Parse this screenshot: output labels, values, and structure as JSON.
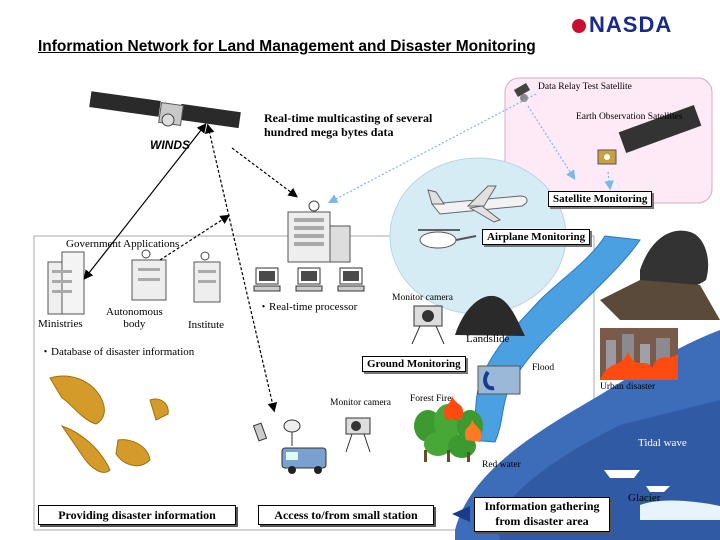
{
  "title": "Information Network for Land Management and Disaster Monitoring",
  "logo": "NASDA",
  "labels": {
    "drts": "Data Relay Test Satellite",
    "eos": "Earth Observation Satellites",
    "winds": "WINDS",
    "multicast_line1": "Real-time multicasting of several",
    "multicast_line2": "hundred mega bytes data",
    "satellite_monitoring": "Satellite Monitoring",
    "airplane_monitoring": "Airplane Monitoring",
    "gov_apps": "Government Applications",
    "ministries": "Ministries",
    "autonomous_line1": "Autonomous",
    "autonomous_line2": "body",
    "institute": "Institute",
    "realtime_processor": "・Real-time processor",
    "database": "・Database of disaster information",
    "monitor_camera_top": "Monitor camera",
    "landslide": "Landslide",
    "ground_monitoring": "Ground Monitoring",
    "flood": "Flood",
    "urban_disaster": "Urban disaster",
    "monitor_camera": "Monitor camera",
    "forest_fire": "Forest Fire",
    "tidal_wave": "Tidal wave",
    "red_water": "Red water",
    "glacier": "Glacier",
    "providing": "Providing disaster information",
    "access": "Access to/from small station",
    "info_line1": "Information gathering",
    "info_line2": "from disaster area"
  },
  "colors": {
    "sky_bubble": "#d6ecf5",
    "pink_panel": "#fdeaf6",
    "sea": "#3d6db8",
    "river": "#4aa0e0",
    "fire": "#ff4a10",
    "logo_blue": "#1a2a8c",
    "logo_red": "#c8102e",
    "arrow_blue": "#7ab8e8"
  },
  "icons": [
    "satellite-icon",
    "airplane-icon",
    "helicopter-icon",
    "building-icon",
    "computer-icon",
    "camera-icon",
    "van-icon",
    "dish-icon",
    "tree-icon",
    "ship-icon",
    "volcano-icon"
  ]
}
